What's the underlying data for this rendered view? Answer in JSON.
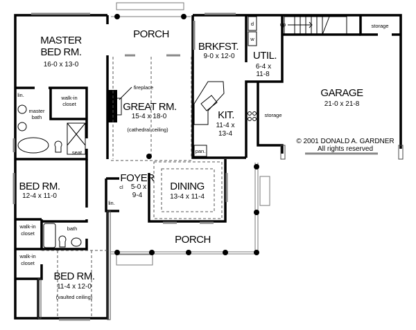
{
  "rooms": {
    "master_bed": {
      "name1": "MASTER",
      "name2": "BED RM.",
      "dims": "16-0 x 13-0"
    },
    "porch_rear": {
      "name": "PORCH"
    },
    "great_room": {
      "name": "GREAT RM.",
      "dims": "15-4 x 18-0",
      "note": "(cathedral ceiling)",
      "fireplace": "fireplace"
    },
    "breakfast": {
      "name": "BRKFST.",
      "dims": "9-0 x 12-0"
    },
    "utility": {
      "name": "UTIL.",
      "dims1": "6-4 x",
      "dims2": "11-8",
      "dryer": "d",
      "washer": "w"
    },
    "stairs": {
      "label": "up"
    },
    "garage": {
      "name": "GARAGE",
      "dims": "21-0 x 21-8",
      "storage_top": "storage",
      "storage_side": "storage"
    },
    "kitchen": {
      "name": "KIT.",
      "dims1": "11-4 x",
      "dims2": "13-4",
      "pantry": "pan."
    },
    "master_bath": {
      "linen": "lin.",
      "name1": "master",
      "name2": "bath",
      "closet1": "walk-in",
      "closet2": "closet",
      "seat": "seat"
    },
    "bed2": {
      "name": "BED RM.",
      "dims": "12-4 x 11-0"
    },
    "foyer": {
      "name": "FOYER",
      "closet": "cl",
      "dims1": "5-0 x",
      "dims2": "9-4",
      "linen": "lin."
    },
    "dining": {
      "name": "DINING",
      "dims": "13-4 x 11-4"
    },
    "bath2": {
      "closet1": "walk-in",
      "closet2": "closet",
      "name": "bath"
    },
    "porch_front": {
      "name": "PORCH"
    },
    "bed3": {
      "closet1": "walk-in",
      "closet2": "closet",
      "name": "BED RM.",
      "dims": "11-4 x 12-0",
      "note": "(vaulted ceiling)"
    }
  },
  "copyright": {
    "line1": "© 2001 DONALD A. GARDNER",
    "line2": "All rights reserved"
  }
}
